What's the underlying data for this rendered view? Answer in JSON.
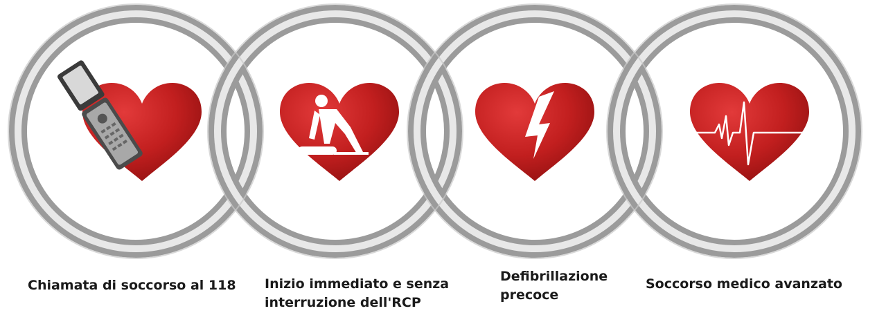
{
  "links": [
    {
      "icon": "flip-phone-icon",
      "caption": [
        "Chiamata di soccorso al 118"
      ]
    },
    {
      "icon": "cpr-person-icon",
      "caption": [
        "Inizio immediato e senza",
        "interruzione dell'RCP"
      ]
    },
    {
      "icon": "lightning-bolt-icon",
      "caption": [
        "Defibrillazione",
        "precoce"
      ]
    },
    {
      "icon": "ecg-pulse-icon",
      "caption": [
        "Soccorso medico avanzato"
      ]
    }
  ],
  "colors": {
    "heart": "#c21f1f",
    "heart_shadow": "#8f1010",
    "ring_light": "#dcdcdc",
    "ring_dark": "#8a8a8a",
    "text": "#1a1a1a"
  }
}
